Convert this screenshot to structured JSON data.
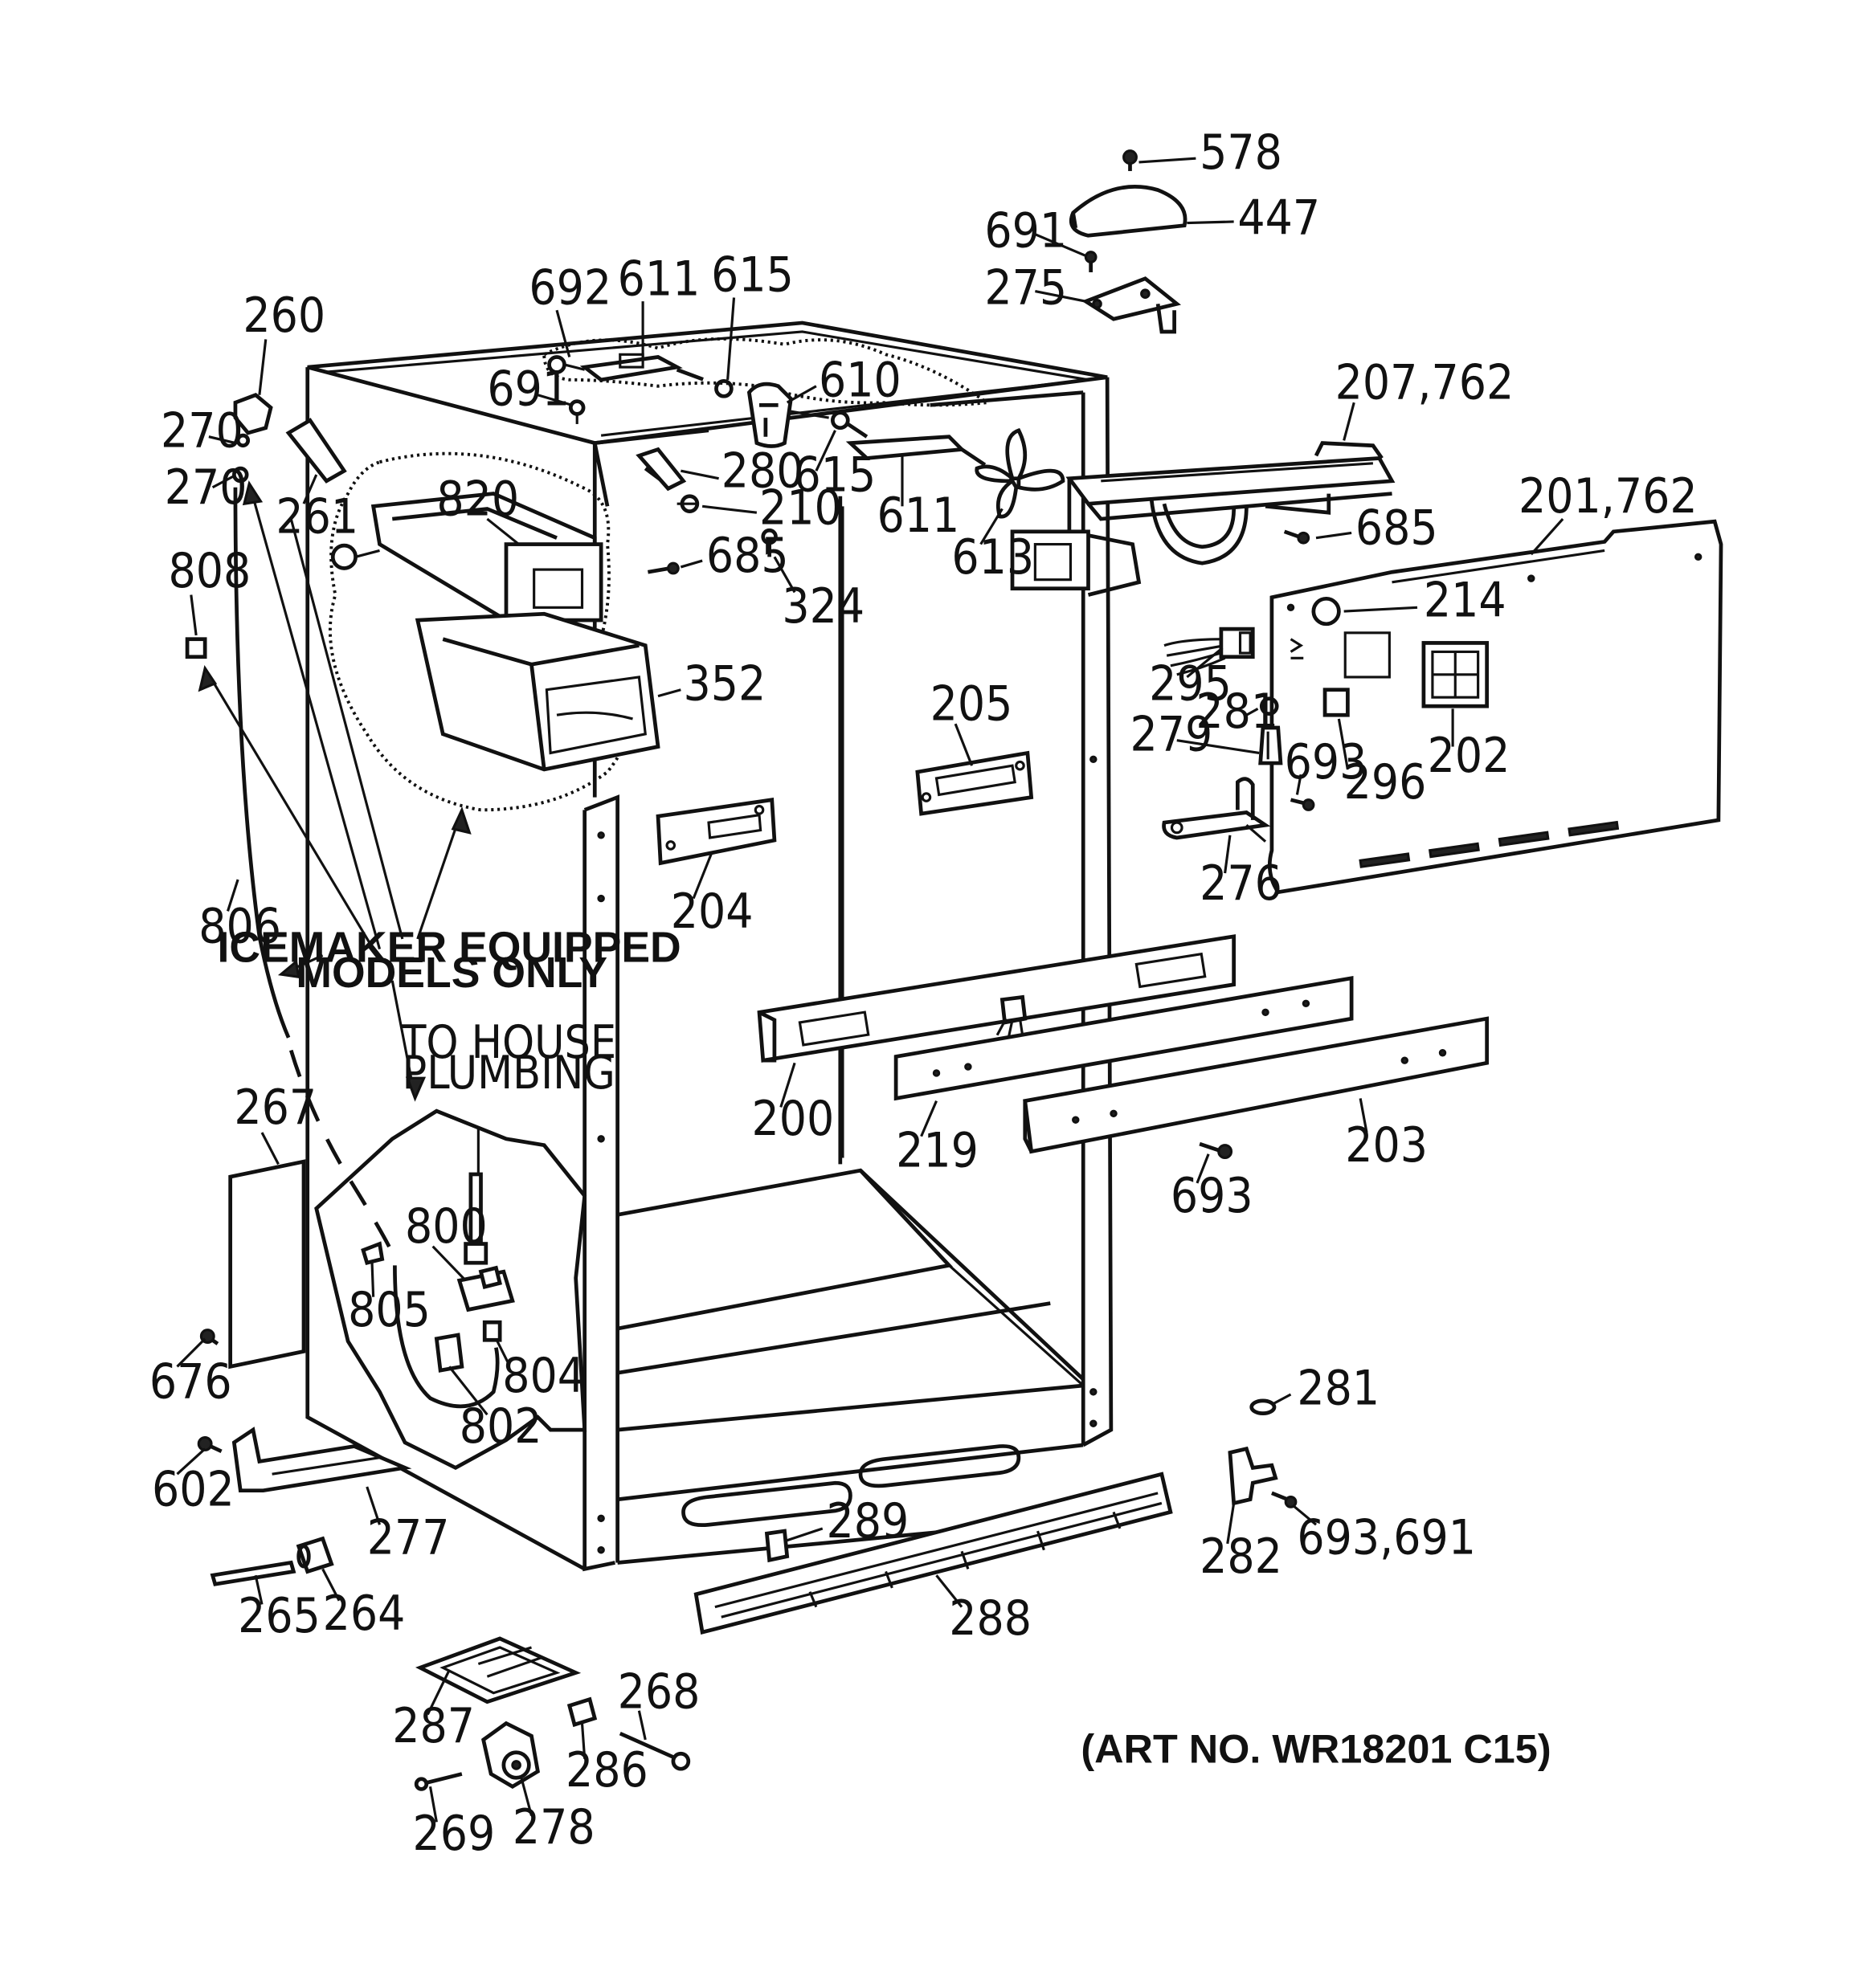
{
  "notes": {
    "icemaker_line1": "ICEMAKER EQUIPPED",
    "icemaker_line2": "MODELS ONLY",
    "plumbing_line1": "TO HOUSE",
    "plumbing_line2": "PLUMBING",
    "art_number": "(ART NO. WR18201 C15)"
  },
  "parts": {
    "p578": "578",
    "p447": "447",
    "p691a": "691",
    "p275": "275",
    "p692": "692",
    "p611a": "611",
    "p615a": "615",
    "p610": "610",
    "p691b": "691",
    "p615b": "615",
    "p611b": "611",
    "p280": "280",
    "p210": "210",
    "p685a": "685",
    "p324": "324",
    "p613": "613",
    "p207": "207,762",
    "p685b": "685",
    "p201": "201,762",
    "p214": "214",
    "p295": "295",
    "p281a": "281",
    "p279": "279",
    "p693a": "693",
    "p296": "296",
    "p202": "202",
    "p276": "276",
    "p260": "260",
    "p270a": "270",
    "p270b": "270",
    "p261": "261",
    "p820": "820",
    "p808": "808",
    "p352": "352",
    "p205": "205",
    "p204": "204",
    "p806": "806",
    "p200": "200",
    "p219": "219",
    "p203": "203",
    "p693b": "693",
    "p267": "267",
    "p800": "800",
    "p805": "805",
    "p804": "804",
    "p802": "802",
    "p676": "676",
    "p281b": "281",
    "p602": "602",
    "p277": "277",
    "p289": "289",
    "p282": "282",
    "p693c": "693,691",
    "p265": "265",
    "p264": "264",
    "p288": "288",
    "p287": "287",
    "p268": "268",
    "p286": "286",
    "p269": "269",
    "p278": "278"
  }
}
